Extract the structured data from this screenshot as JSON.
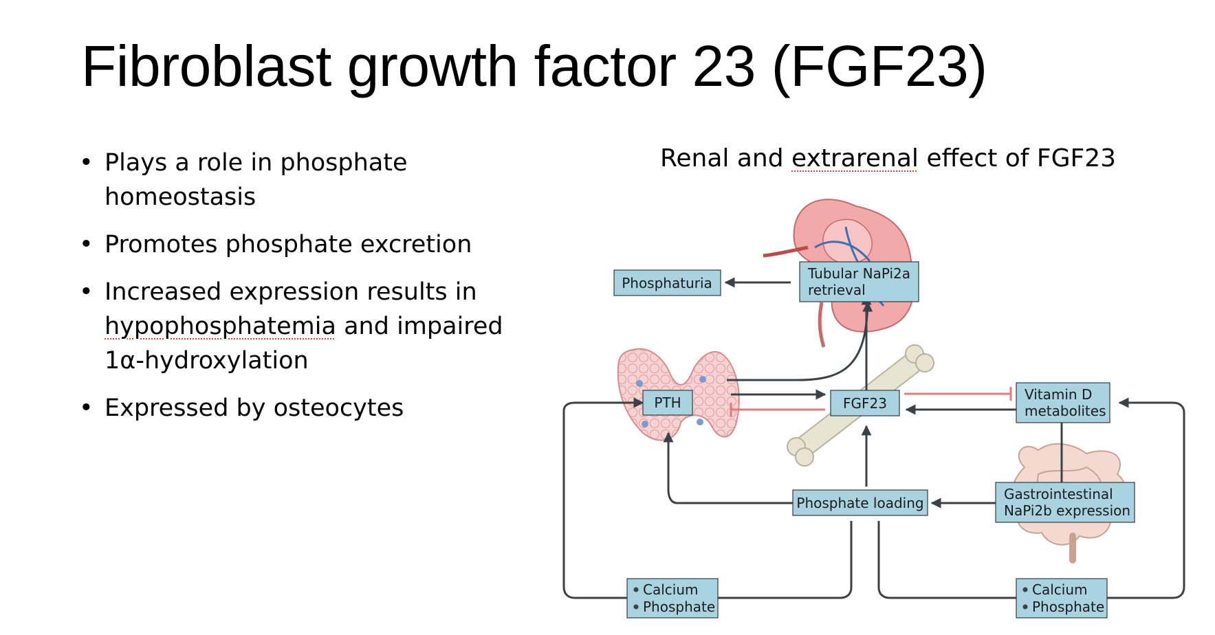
{
  "slide": {
    "title": "Fibroblast growth factor 23 (FGF23)",
    "bullets": [
      "Plays a role in phosphate homeostasis",
      "Promotes phosphate excretion",
      "Increased expression results in",
      "hypophosphatemia",
      "and impaired 1α-hydroxylation",
      "Expressed by osteocytes"
    ],
    "subtitle_part1": "Renal and ",
    "subtitle_word": "extrarenal",
    "subtitle_part2": " effect of FGF23"
  },
  "diagram": {
    "phosphaturia": "Phosphaturia",
    "tubular_line1": "Tubular NaPi2a",
    "tubular_line2": "retrieval",
    "pth": "PTH",
    "fgf23": "FGF23",
    "vitd_line1": "Vitamin D",
    "vitd_line2": "metabolites",
    "phosphate_loading": "Phosphate loading",
    "gi_line1": "Gastrointestinal",
    "gi_line2": "NaPi2b expression",
    "left_calcium": "Calcium",
    "left_phosphate": "Phosphate",
    "right_calcium": "Calcium",
    "right_phosphate": "Phosphate"
  },
  "colors": {
    "box_fill": "#a9d3e0",
    "arrow": "#3b4146",
    "inhibit": "#e57a7a",
    "kidney": "#f2a9a9",
    "vessel": "#3f6fb3",
    "gland": "#f4c4c4",
    "bone": "#e9e3d2",
    "intestine": "#f3d9cf"
  }
}
